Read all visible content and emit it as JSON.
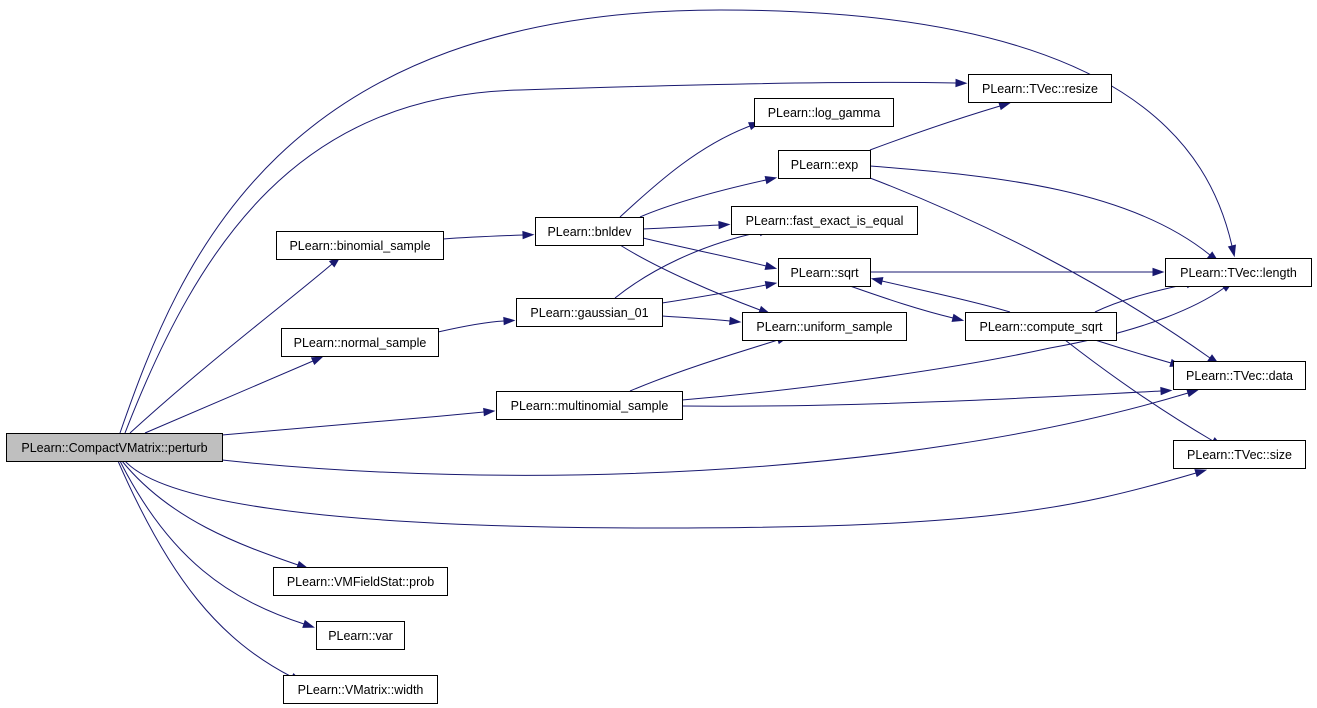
{
  "graph": {
    "type": "call-graph",
    "edge_color": "#191970",
    "root_fill": "#bfbfbf",
    "node_fill": "#ffffff",
    "nodes": [
      {
        "id": "perturb",
        "label": "PLearn::CompactVMatrix::perturb",
        "root": true
      },
      {
        "id": "binomial_sample",
        "label": "PLearn::binomial_sample"
      },
      {
        "id": "normal_sample",
        "label": "PLearn::normal_sample"
      },
      {
        "id": "multinomial_sample",
        "label": "PLearn::multinomial_sample"
      },
      {
        "id": "prob",
        "label": "PLearn::VMFieldStat::prob"
      },
      {
        "id": "var",
        "label": "PLearn::var"
      },
      {
        "id": "width",
        "label": "PLearn::VMatrix::width"
      },
      {
        "id": "bnldev",
        "label": "PLearn::bnldev"
      },
      {
        "id": "gaussian_01",
        "label": "PLearn::gaussian_01"
      },
      {
        "id": "log_gamma",
        "label": "PLearn::log_gamma"
      },
      {
        "id": "exp",
        "label": "PLearn::exp"
      },
      {
        "id": "fast_exact_is_equal",
        "label": "PLearn::fast_exact_is_equal"
      },
      {
        "id": "sqrt",
        "label": "PLearn::sqrt"
      },
      {
        "id": "uniform_sample",
        "label": "PLearn::uniform_sample"
      },
      {
        "id": "resize",
        "label": "PLearn::TVec::resize"
      },
      {
        "id": "compute_sqrt",
        "label": "PLearn::compute_sqrt"
      },
      {
        "id": "length",
        "label": "PLearn::TVec::length"
      },
      {
        "id": "data",
        "label": "PLearn::TVec::data"
      },
      {
        "id": "size",
        "label": "PLearn::TVec::size"
      }
    ],
    "edges": [
      {
        "from": "perturb",
        "to": "length"
      },
      {
        "from": "perturb",
        "to": "resize"
      },
      {
        "from": "perturb",
        "to": "binomial_sample"
      },
      {
        "from": "perturb",
        "to": "normal_sample"
      },
      {
        "from": "perturb",
        "to": "multinomial_sample"
      },
      {
        "from": "perturb",
        "to": "data"
      },
      {
        "from": "perturb",
        "to": "size"
      },
      {
        "from": "perturb",
        "to": "prob"
      },
      {
        "from": "perturb",
        "to": "var"
      },
      {
        "from": "perturb",
        "to": "width"
      },
      {
        "from": "binomial_sample",
        "to": "bnldev"
      },
      {
        "from": "normal_sample",
        "to": "gaussian_01"
      },
      {
        "from": "bnldev",
        "to": "log_gamma"
      },
      {
        "from": "bnldev",
        "to": "exp"
      },
      {
        "from": "bnldev",
        "to": "fast_exact_is_equal"
      },
      {
        "from": "bnldev",
        "to": "sqrt"
      },
      {
        "from": "bnldev",
        "to": "uniform_sample"
      },
      {
        "from": "gaussian_01",
        "to": "fast_exact_is_equal"
      },
      {
        "from": "gaussian_01",
        "to": "sqrt"
      },
      {
        "from": "gaussian_01",
        "to": "uniform_sample"
      },
      {
        "from": "multinomial_sample",
        "to": "uniform_sample"
      },
      {
        "from": "multinomial_sample",
        "to": "length"
      },
      {
        "from": "multinomial_sample",
        "to": "data"
      },
      {
        "from": "exp",
        "to": "resize"
      },
      {
        "from": "exp",
        "to": "length"
      },
      {
        "from": "exp",
        "to": "data"
      },
      {
        "from": "sqrt",
        "to": "length"
      },
      {
        "from": "sqrt",
        "to": "compute_sqrt"
      },
      {
        "from": "compute_sqrt",
        "to": "sqrt"
      },
      {
        "from": "compute_sqrt",
        "to": "length"
      },
      {
        "from": "compute_sqrt",
        "to": "data"
      },
      {
        "from": "compute_sqrt",
        "to": "size"
      }
    ]
  }
}
